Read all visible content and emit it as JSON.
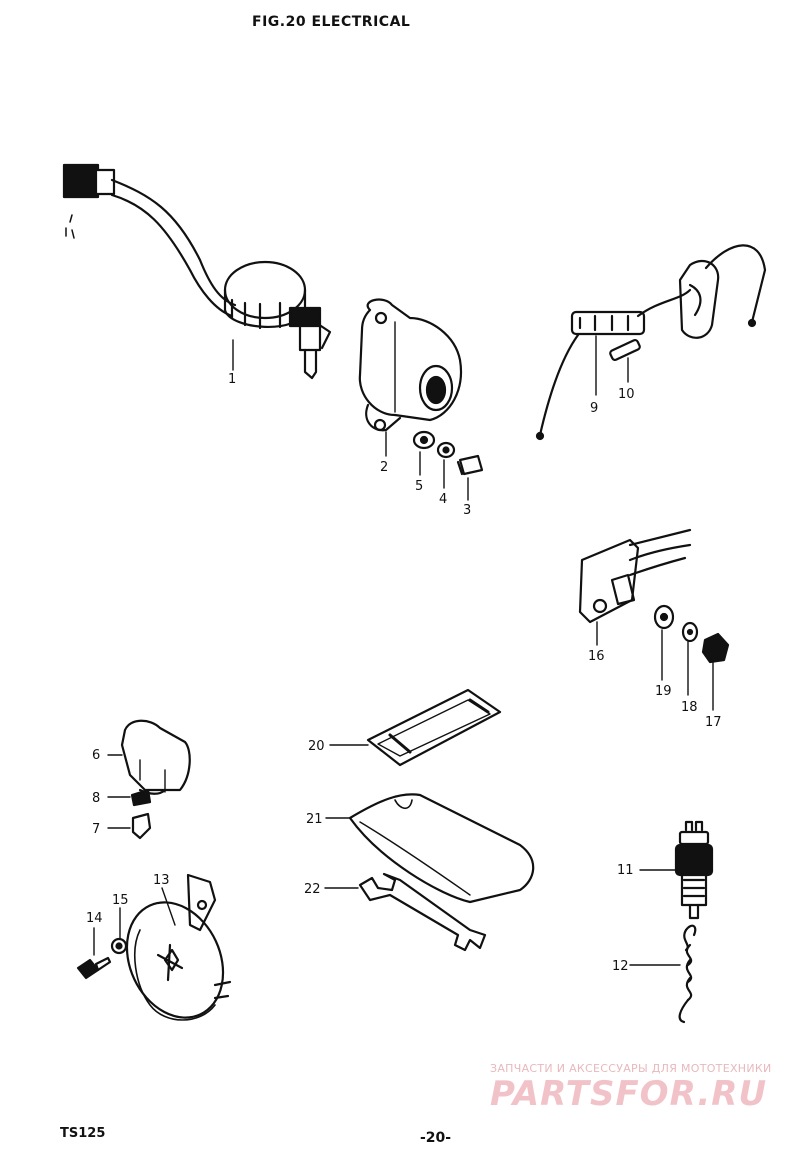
{
  "header": {
    "title": "FIG.20  ELECTRICAL"
  },
  "footer": {
    "model": "TS125",
    "page_number": "-20-"
  },
  "watermark": {
    "tagline": "ЗАПЧАСТИ И АКСЕССУАРЫ ДЛЯ МОТОТЕХНИКИ",
    "brand": "PARTSFOR.RU",
    "color": "#f1c3c9"
  },
  "callouts": {
    "c1": "1",
    "c2": "2",
    "c3": "3",
    "c4": "4",
    "c5": "5",
    "c6": "6",
    "c7": "7",
    "c8": "8",
    "c9": "9",
    "c10": "10",
    "c11": "11",
    "c12": "12",
    "c13": "13",
    "c14": "14",
    "c15": "15",
    "c16": "16",
    "c17": "17",
    "c18": "18",
    "c19": "19",
    "c20": "20",
    "c21": "21",
    "c22": "22"
  }
}
